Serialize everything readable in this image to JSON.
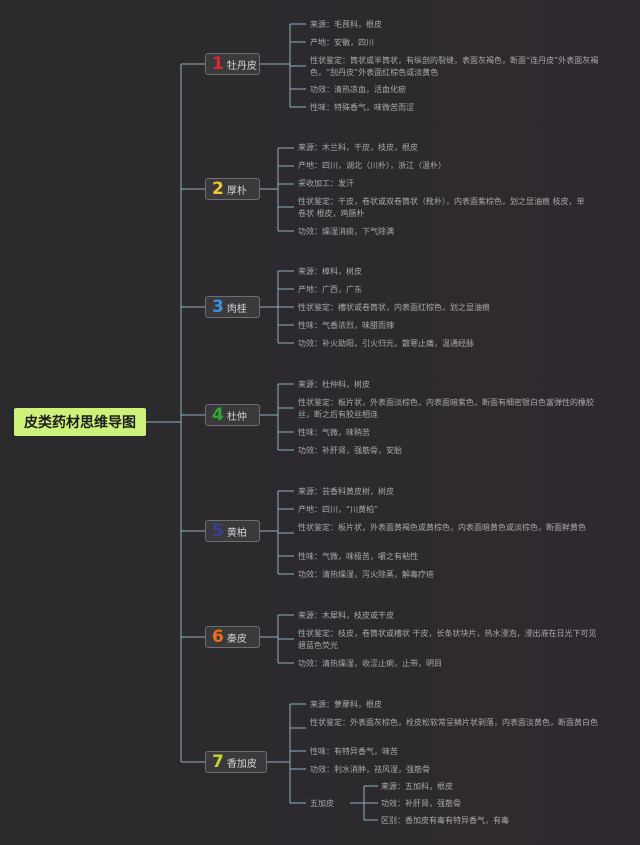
{
  "root": "皮类药材思维导图",
  "branches": [
    {
      "num": "1",
      "name": "牡丹皮",
      "color": "#e0262f",
      "items": [
        "来源：毛茛科，根皮",
        "产地：安徽，四川",
        "性状鉴定：筒状或半筒状，有纵剖的裂缝，表面灰褐色，断面“连丹皮”外表面灰褐色，“刮丹皮”外表面红棕色或淡黄色",
        "功效：清热凉血，活血化瘀",
        "性味：特殊香气，味微苦而涩"
      ]
    },
    {
      "num": "2",
      "name": "厚朴",
      "color": "#f2c230",
      "items": [
        "来源：木兰科，干皮，枝皮，根皮",
        "产地：四川，湖北（川朴），浙江（温朴）",
        "采收加工：发汗",
        "性状鉴定：干皮，卷状或双卷筒状（靴朴），内表面紫棕色，划之显油痕 枝皮，单卷状 根皮，鸡肠朴",
        "功效：燥湿消痰，下气除满"
      ]
    },
    {
      "num": "3",
      "name": "肉桂",
      "color": "#3a8fe0",
      "items": [
        "来源：樟科，树皮",
        "产地：广西，广东",
        "性状鉴定：槽状或卷筒状，内表面红棕色，划之显油痕",
        "性味：气香浓烈，味甜而辣",
        "功效：补火助阳，引火归元，散寒止痛，温通经脉"
      ]
    },
    {
      "num": "4",
      "name": "杜仲",
      "color": "#35a832",
      "items": [
        "来源：杜仲科，树皮",
        "性状鉴定：板片状，外表面淡棕色，内表面暗紫色，断面有细密银白色富弹性的橡胶丝，断之后有胶丝相连",
        "性味：气微，味稍苦",
        "功效：补肝肾，强筋骨，安胎"
      ]
    },
    {
      "num": "5",
      "name": "黄柏",
      "color": "#3a3f95",
      "items": [
        "来源：芸香科黄皮树，树皮",
        "产地：四川，“川黄柏”",
        "性状鉴定：板片状，外表面黄褐色或黄棕色，内表面暗黄色或淡棕色，断面鲜黄色",
        "性味：气微，味极苦，嚼之有粘性",
        "功效：清热燥湿，泻火除蒸，解毒疗疮"
      ]
    },
    {
      "num": "6",
      "name": "秦皮",
      "color": "#ee6f1b",
      "items": [
        "来源：木犀科，枝皮或干皮",
        "性状鉴定：枝皮，卷筒状或槽状 干皮，长条状块片，热水浸泡，浸出液在日光下可见碧蓝色荧光",
        "功效：清热燥湿，收涩止痢，止带，明目"
      ]
    },
    {
      "num": "7",
      "name": "香加皮",
      "color": "#c8d32a",
      "items": [
        "来源：萝藦科，根皮",
        "性状鉴定：外表面灰棕色，栓皮松软常呈鳞片状剥落，内表面淡黄色，断面黄白色",
        "性味：有特异香气，味苦",
        "功效：利水消肿，祛风湿，强筋骨"
      ],
      "sub": {
        "name": "五加皮",
        "items": [
          "来源：五加科，根皮",
          "功效：补肝肾，强筋骨",
          "区别：香加皮有毒有特异香气，有毒"
        ]
      }
    }
  ]
}
